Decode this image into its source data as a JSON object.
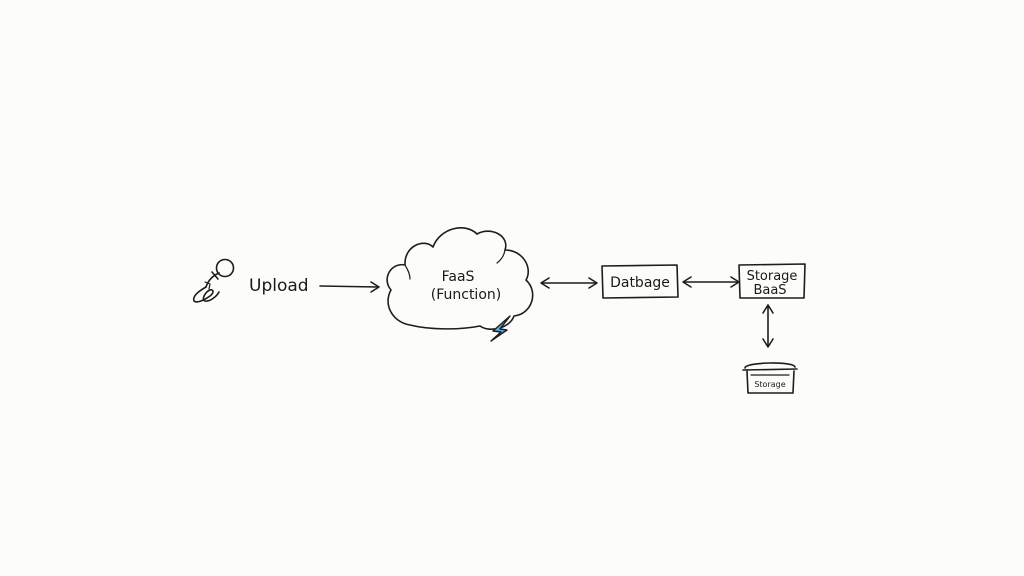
{
  "diagram": {
    "upload_label": "Upload",
    "faas_label_line1": "FaaS",
    "faas_label_line2": "(Function)",
    "database_label": "Datbage",
    "storage_label_line1": "Storage",
    "storage_label_line2": "BaaS",
    "bucket_label": "Storage",
    "colors": {
      "ink": "#1d1d1d",
      "lightning": "#5aaee6",
      "background": "#fcfcfa"
    }
  }
}
